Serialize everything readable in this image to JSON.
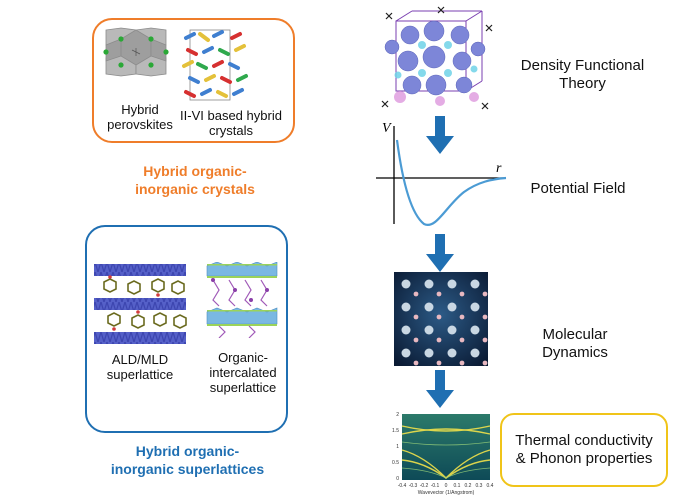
{
  "left_panel": {
    "crystals": {
      "label_perovskites": "Hybrid\nperovskites",
      "label_ii_vi": "II-VI based hybrid\ncrystals",
      "heading": "Hybrid organic-\ninorganic crystals",
      "border_color": "#ef7d2a"
    },
    "superlattices": {
      "label_ald": "ALD/MLD\nsuperlattice",
      "label_organic": "Organic-\nintercalated\nsuperlattice",
      "heading": "Hybrid organic-\ninorganic superlattices",
      "border_color": "#1f6fb2"
    }
  },
  "workflow": {
    "steps": [
      {
        "label": "Density Functional\nTheory"
      },
      {
        "label": "Potential Field"
      },
      {
        "label": "Molecular\nDynamics"
      },
      {
        "label": "Thermal conductivity\n& Phonon properties"
      }
    ],
    "potential_plot": {
      "y_axis_label": "V",
      "x_axis_label": "r"
    },
    "dispersion_plot": {
      "x_axis_title": "Wavevector (1/Angstrom)",
      "x_ticks": [
        "-0.4",
        "-0.3",
        "-0.2",
        "-0.1",
        "0",
        "0.1",
        "0.2",
        "0.3",
        "0.4"
      ],
      "y_ticks": [
        "2",
        "1.5",
        "1",
        "0.5",
        "0"
      ]
    },
    "arrow_color": "#1f6fb2",
    "result_border_color": "#f0c419"
  }
}
